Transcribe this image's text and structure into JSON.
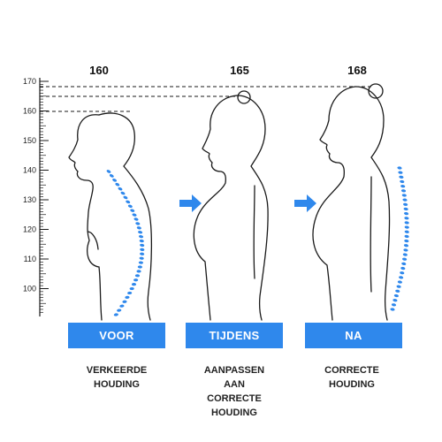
{
  "colors": {
    "accent": "#2f88ec",
    "line": "#1a1a1a"
  },
  "ruler": {
    "ticks": [
      "170",
      "160",
      "150",
      "140",
      "130",
      "120",
      "110",
      "100"
    ]
  },
  "heights": [
    "160",
    "165",
    "168"
  ],
  "stages": [
    {
      "label": "VOOR",
      "caption": [
        "VERKEERDE",
        "HOUDING"
      ]
    },
    {
      "label": "TIJDENS",
      "caption": [
        "AANPASSEN",
        "AAN",
        "CORRECTE",
        "HOUDING"
      ]
    },
    {
      "label": "NA",
      "caption": [
        "CORRECTE",
        "HOUDING"
      ]
    }
  ],
  "icons": {
    "arrow": "arrow-right-icon"
  }
}
